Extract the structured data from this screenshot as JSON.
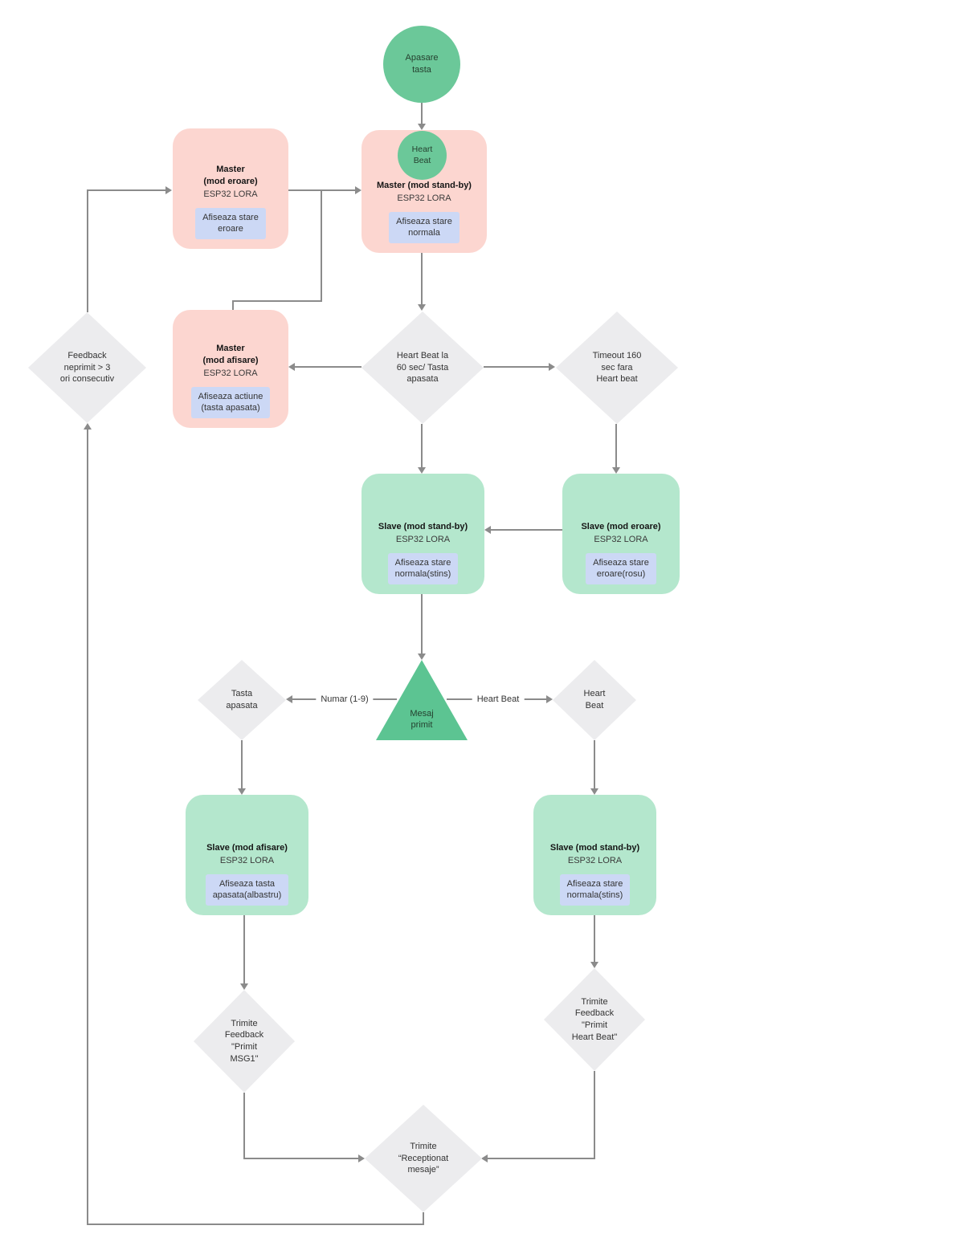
{
  "diagram": {
    "colors": {
      "pink_box": "#fcd6d0",
      "green_box": "#b4e7cd",
      "green_shape": "#6bc899",
      "triangle_green": "#5cc492",
      "detail_blue": "#ccd8f5",
      "diamond_gray": "#ececee",
      "connector_gray": "#8b8b8b"
    },
    "nodes": {
      "apasare": {
        "label": "Apasare\ntasta"
      },
      "heartbeat_badge": {
        "label": "Heart\nBeat"
      },
      "master_eroare": {
        "title": "Master\n(mod eroare)",
        "subtitle": "ESP32 LORA",
        "detail": "Afiseaza stare\neroare"
      },
      "master_standby": {
        "title": "Master (mod stand-by)",
        "subtitle": "ESP32 LORA",
        "detail": "Afiseaza stare\nnormala"
      },
      "master_afisare": {
        "title": "Master\n(mod afisare)",
        "subtitle": "ESP32 LORA",
        "detail": "Afiseaza actiune\n(tasta apasata)"
      },
      "feedback_neprimit": {
        "label": "Feedback\nneprimit > 3\nori consecutiv"
      },
      "heartbeat_60": {
        "label": "Heart Beat la\n60 sec/ Tasta\napasata"
      },
      "timeout_160": {
        "label": "Timeout 160\nsec fara\nHeart beat"
      },
      "slave_standby": {
        "title": "Slave (mod stand-by)",
        "subtitle": "ESP32 LORA",
        "detail": "Afiseaza stare\nnormala(stins)"
      },
      "slave_eroare": {
        "title": "Slave (mod eroare)",
        "subtitle": "ESP32 LORA",
        "detail": "Afiseaza stare\neroare(rosu)"
      },
      "mesaj_primit": {
        "label": "Mesaj\nprimit"
      },
      "tasta_apasata": {
        "label": "Tasta\napasata"
      },
      "heartbeat_decision": {
        "label": "Heart\nBeat"
      },
      "slave_afisare": {
        "title": "Slave (mod afisare)",
        "subtitle": "ESP32 LORA",
        "detail": "Afiseaza tasta\napasata(albastru)"
      },
      "slave_standby_2": {
        "title": "Slave (mod stand-by)",
        "subtitle": "ESP32 LORA",
        "detail": "Afiseaza stare\nnormala(stins)"
      },
      "trimite_msg1": {
        "label": "Trimite\nFeedback\n\"Primit\nMSG1\""
      },
      "trimite_heartbeat": {
        "label": "Trimite\nFeedback\n\"Primit\nHeart Beat\""
      },
      "trimite_receptionat": {
        "label": "Trimite\n“Receptionat\nmesaje”"
      }
    },
    "edge_labels": {
      "numar": "Numar (1-9)",
      "heart_beat": "Heart Beat"
    }
  }
}
